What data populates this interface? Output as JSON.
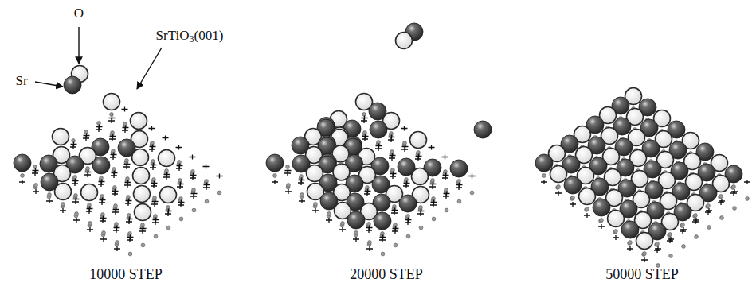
{
  "diagram": {
    "labels": [
      "O",
      "Sr",
      "SrTiO3(001)",
      "10000 STEP",
      "20000 STEP",
      "50000 STEP"
    ]
  }
}
